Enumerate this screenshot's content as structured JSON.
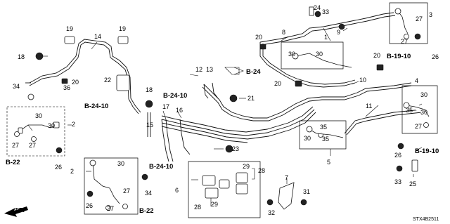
{
  "diagram": {
    "drawing_code": "STX4B2511",
    "front_label": "FR.",
    "callouts": {
      "c1": "1",
      "c2a": "2",
      "c2b": "2",
      "c3": "3",
      "c4": "4",
      "c5": "5",
      "c6": "6",
      "c7": "7",
      "c8": "8",
      "c9": "9",
      "c10": "10",
      "c11": "11",
      "c12": "12",
      "c13": "13",
      "c14": "14",
      "c15": "15",
      "c16": "16",
      "c17": "17",
      "c18a": "18",
      "c18b": "18",
      "c19a": "19",
      "c19b": "19",
      "c20a": "20",
      "c20b": "20",
      "c20c": "20",
      "c20d": "20",
      "c21": "21",
      "c22": "22",
      "c23": "23",
      "c24": "24",
      "c25": "25",
      "c26a": "26",
      "c26b": "26",
      "c26c": "26",
      "c26d": "26",
      "c27a": "27",
      "c27b": "27",
      "c27c": "27",
      "c27d": "27",
      "c27e": "27",
      "c27f": "27",
      "c27g": "27",
      "c28a": "28",
      "c28b": "28",
      "c29a": "29",
      "c29b": "29",
      "c30a": "30",
      "c30b": "30",
      "c30c": "30",
      "c30d": "30",
      "c30e": "30",
      "c30f": "30",
      "c30g": "30",
      "c30h": "30",
      "c31": "31",
      "c32": "32",
      "c33a": "33",
      "c33b": "33",
      "c34a": "34",
      "c34b": "34",
      "c35a": "35",
      "c35b": "35",
      "c35c": "35",
      "c36": "36"
    },
    "refs": {
      "b24_top": "B-24",
      "b24_10_a": "B-24-10",
      "b24_10_b": "B-24-10",
      "b24_10_c": "B-24-10",
      "b22_a": "B-22",
      "b22_b": "B-22",
      "b19_10_a": "B-19-10",
      "b19_10_b": "B-19-10"
    }
  }
}
